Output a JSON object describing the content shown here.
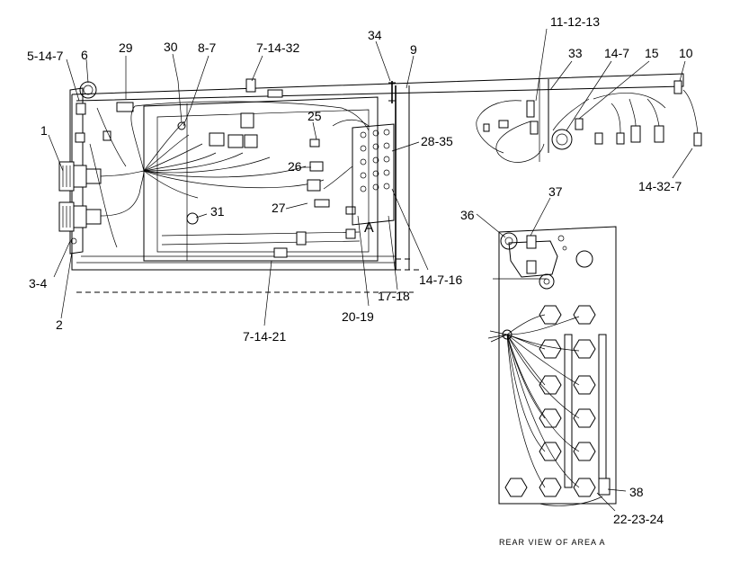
{
  "callouts": {
    "c5_14_7": "5-14-7",
    "c6": "6",
    "c29": "29",
    "c30": "30",
    "c8_7": "8-7",
    "c7_14_32": "7-14-32",
    "c34": "34",
    "c9": "9",
    "c11_12_13": "11-12-13",
    "c33": "33",
    "c14_7": "14-7",
    "c15": "15",
    "c10": "10",
    "c1": "1",
    "c25": "25",
    "c28_35": "28-35",
    "c26": "26",
    "c31": "31",
    "c27": "27",
    "cA": "A",
    "c3_4": "3-4",
    "c2": "2",
    "c14_7_16": "14-7-16",
    "c17_18": "17-18",
    "c20_19": "20-19",
    "c7_14_21": "7-14-21",
    "c14_32_7": "14-32-7",
    "c36": "36",
    "c37": "37",
    "c38": "38",
    "c22_23_24": "22-23-24"
  },
  "caption": "REAR VIEW OF AREA A"
}
